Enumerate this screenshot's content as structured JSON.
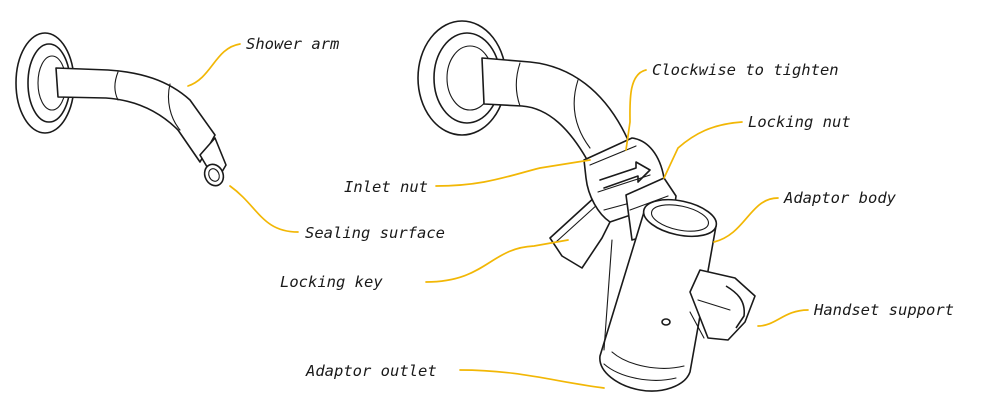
{
  "accent_color": "#F2B705",
  "labels": {
    "shower_arm": "Shower arm",
    "sealing_surface": "Sealing surface",
    "clockwise": "Clockwise to tighten",
    "locking_nut": "Locking nut",
    "inlet_nut": "Inlet nut",
    "adaptor_body": "Adaptor body",
    "locking_key": "Locking key",
    "handset_support": "Handset support",
    "adaptor_outlet": "Adaptor outlet"
  }
}
